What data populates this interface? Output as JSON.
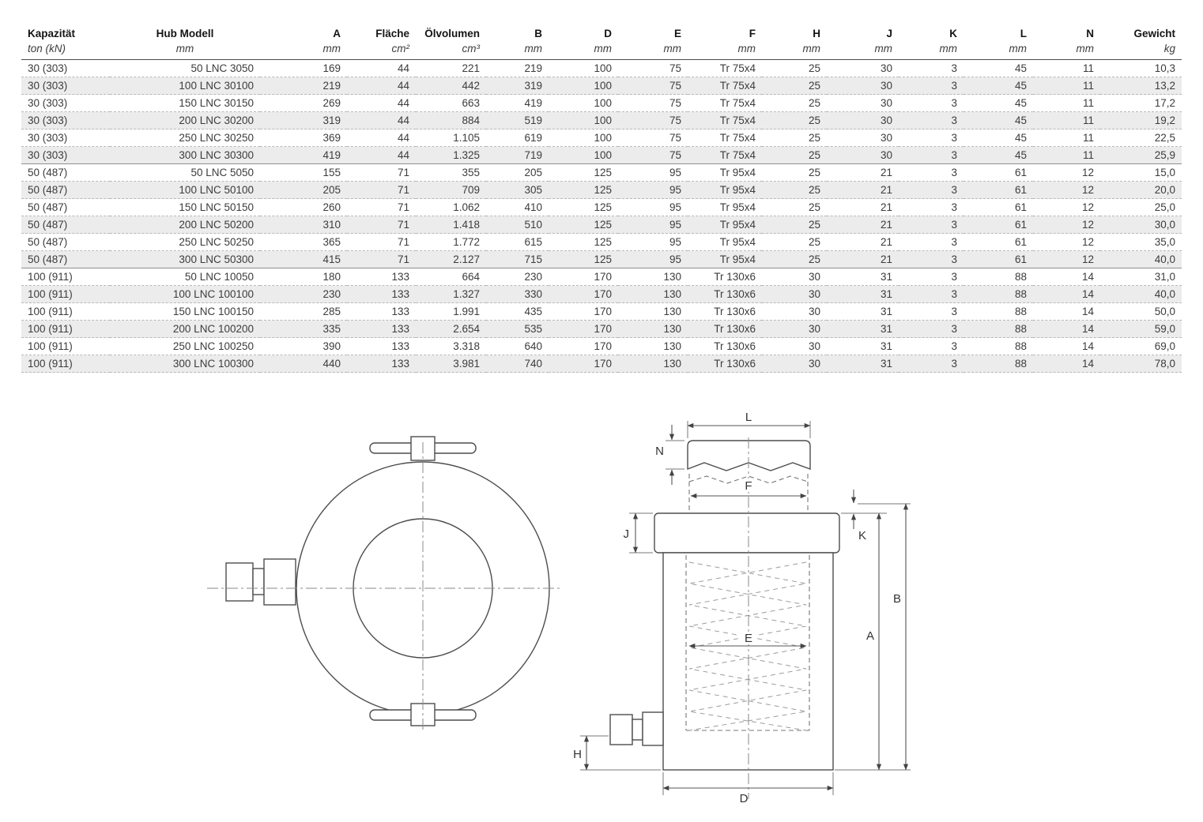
{
  "table": {
    "headers": [
      "Kapazität",
      "Hub Modell",
      "A",
      "Fläche",
      "Ölvolumen",
      "B",
      "D",
      "E",
      "F",
      "H",
      "J",
      "K",
      "L",
      "N",
      "Gewicht"
    ],
    "units": [
      "ton (kN)",
      "mm",
      "mm",
      "cm²",
      "cm³",
      "mm",
      "mm",
      "mm",
      "mm",
      "mm",
      "mm",
      "mm",
      "mm",
      "mm",
      "kg"
    ],
    "rows": [
      [
        "30 (303)",
        "50 LNC 3050",
        "169",
        "44",
        "221",
        "219",
        "100",
        "75",
        "Tr 75x4",
        "25",
        "30",
        "3",
        "45",
        "11",
        "10,3"
      ],
      [
        "30 (303)",
        "100 LNC 30100",
        "219",
        "44",
        "442",
        "319",
        "100",
        "75",
        "Tr 75x4",
        "25",
        "30",
        "3",
        "45",
        "11",
        "13,2"
      ],
      [
        "30 (303)",
        "150 LNC 30150",
        "269",
        "44",
        "663",
        "419",
        "100",
        "75",
        "Tr 75x4",
        "25",
        "30",
        "3",
        "45",
        "11",
        "17,2"
      ],
      [
        "30 (303)",
        "200 LNC 30200",
        "319",
        "44",
        "884",
        "519",
        "100",
        "75",
        "Tr 75x4",
        "25",
        "30",
        "3",
        "45",
        "11",
        "19,2"
      ],
      [
        "30 (303)",
        "250 LNC 30250",
        "369",
        "44",
        "1.105",
        "619",
        "100",
        "75",
        "Tr 75x4",
        "25",
        "30",
        "3",
        "45",
        "11",
        "22,5"
      ],
      [
        "30 (303)",
        "300 LNC 30300",
        "419",
        "44",
        "1.325",
        "719",
        "100",
        "75",
        "Tr 75x4",
        "25",
        "30",
        "3",
        "45",
        "11",
        "25,9"
      ],
      [
        "50 (487)",
        "50 LNC 5050",
        "155",
        "71",
        "355",
        "205",
        "125",
        "95",
        "Tr 95x4",
        "25",
        "21",
        "3",
        "61",
        "12",
        "15,0"
      ],
      [
        "50 (487)",
        "100 LNC 50100",
        "205",
        "71",
        "709",
        "305",
        "125",
        "95",
        "Tr 95x4",
        "25",
        "21",
        "3",
        "61",
        "12",
        "20,0"
      ],
      [
        "50 (487)",
        "150 LNC 50150",
        "260",
        "71",
        "1.062",
        "410",
        "125",
        "95",
        "Tr 95x4",
        "25",
        "21",
        "3",
        "61",
        "12",
        "25,0"
      ],
      [
        "50 (487)",
        "200 LNC 50200",
        "310",
        "71",
        "1.418",
        "510",
        "125",
        "95",
        "Tr 95x4",
        "25",
        "21",
        "3",
        "61",
        "12",
        "30,0"
      ],
      [
        "50 (487)",
        "250 LNC 50250",
        "365",
        "71",
        "1.772",
        "615",
        "125",
        "95",
        "Tr 95x4",
        "25",
        "21",
        "3",
        "61",
        "12",
        "35,0"
      ],
      [
        "50 (487)",
        "300 LNC 50300",
        "415",
        "71",
        "2.127",
        "715",
        "125",
        "95",
        "Tr 95x4",
        "25",
        "21",
        "3",
        "61",
        "12",
        "40,0"
      ],
      [
        "100 (911)",
        "50 LNC 10050",
        "180",
        "133",
        "664",
        "230",
        "170",
        "130",
        "Tr 130x6",
        "30",
        "31",
        "3",
        "88",
        "14",
        "31,0"
      ],
      [
        "100 (911)",
        "100 LNC 100100",
        "230",
        "133",
        "1.327",
        "330",
        "170",
        "130",
        "Tr 130x6",
        "30",
        "31",
        "3",
        "88",
        "14",
        "40,0"
      ],
      [
        "100 (911)",
        "150 LNC 100150",
        "285",
        "133",
        "1.991",
        "435",
        "170",
        "130",
        "Tr 130x6",
        "30",
        "31",
        "3",
        "88",
        "14",
        "50,0"
      ],
      [
        "100 (911)",
        "200 LNC 100200",
        "335",
        "133",
        "2.654",
        "535",
        "170",
        "130",
        "Tr 130x6",
        "30",
        "31",
        "3",
        "88",
        "14",
        "59,0"
      ],
      [
        "100 (911)",
        "250 LNC 100250",
        "390",
        "133",
        "3.318",
        "640",
        "170",
        "130",
        "Tr 130x6",
        "30",
        "31",
        "3",
        "88",
        "14",
        "69,0"
      ],
      [
        "100 (911)",
        "300 LNC 100300",
        "440",
        "133",
        "3.981",
        "740",
        "170",
        "130",
        "Tr 130x6",
        "30",
        "31",
        "3",
        "88",
        "14",
        "78,0"
      ]
    ]
  },
  "diagram": {
    "labels": {
      "l": "L",
      "n": "N",
      "f": "F",
      "j": "J",
      "k": "K",
      "a": "A",
      "b": "B",
      "e": "E",
      "h": "H",
      "d": "D"
    }
  }
}
